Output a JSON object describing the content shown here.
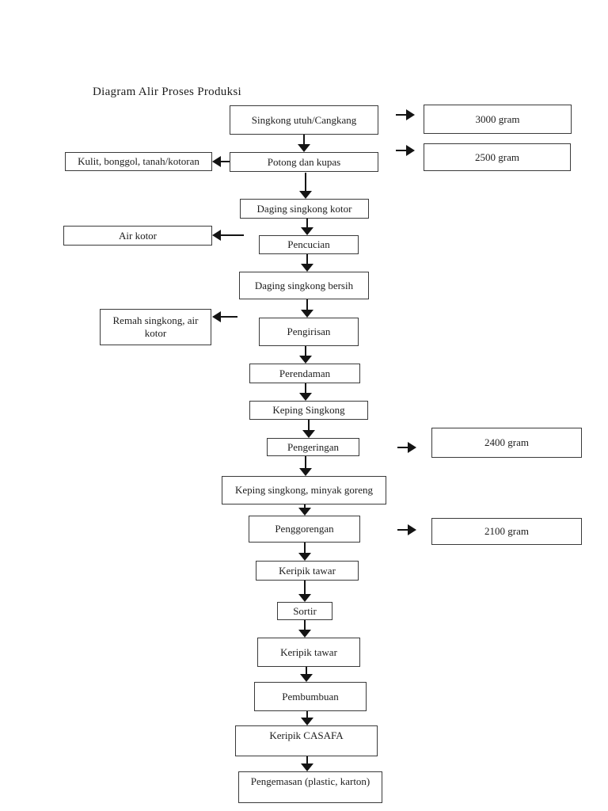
{
  "title": "Diagram Alir Proses Produksi",
  "nodes": {
    "singkong_utuh": "Singkong utuh/Cangkang",
    "potong_kupas": "Potong dan kupas",
    "daging_kotor": "Daging singkong kotor",
    "pencucian": "Pencucian",
    "daging_bersih": "Daging singkong bersih",
    "pengirisan": "Pengirisan",
    "perendaman": "Perendaman",
    "keping_singkong": "Keping Singkong",
    "pengeringan": "Pengeringan",
    "keping_minyak": "Keping singkong, minyak goreng",
    "penggorengan": "Penggorengan",
    "keripik_tawar_1": "Keripik tawar",
    "sortir": "Sortir",
    "keripik_tawar_2": "Keripik tawar",
    "pembumbuan": "Pembumbuan",
    "keripik_casafa": "Keripik CASAFA",
    "pengemasan": "Pengemasan (plastic, karton)"
  },
  "byproducts": {
    "kulit": "Kulit, bonggol, tanah/kotoran",
    "air_kotor": "Air kotor",
    "remah": "Remah singkong, air kotor"
  },
  "weights": {
    "w3000": "3000 gram",
    "w2500": "2500 gram",
    "w2400": "2400 gram",
    "w2100": "2100 gram"
  },
  "colors": {
    "background": "#ffffff",
    "box_border": "#3a3a3a",
    "text": "#1c1c1c",
    "arrow": "#141414"
  }
}
